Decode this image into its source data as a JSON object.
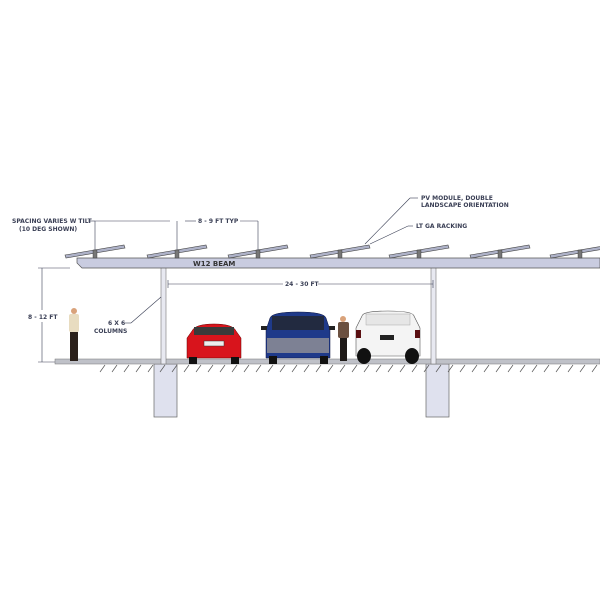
{
  "labels": {
    "spacing_line1": "SPACING VARIES W TILT",
    "spacing_line2": "(10 DEG SHOWN)",
    "typ_spacing": "8 - 9 FT TYP",
    "pv_module_line1": "PV MODULE, DOUBLE",
    "pv_module_line2": "LANDSCAPE ORIENTATION",
    "racking": "LT GA RACKING",
    "beam": "W12 BEAM",
    "span": "24 - 30 FT",
    "height": "8 - 12 FT",
    "columns_line1": "6 X 6",
    "columns_line2": "COLUMNS"
  },
  "colors": {
    "beam": "#c9cce0",
    "line": "#3a3f55",
    "red_car": "#d8141c",
    "blue_van": "#1f3a8a",
    "white_suv": "#f4f4f4"
  }
}
